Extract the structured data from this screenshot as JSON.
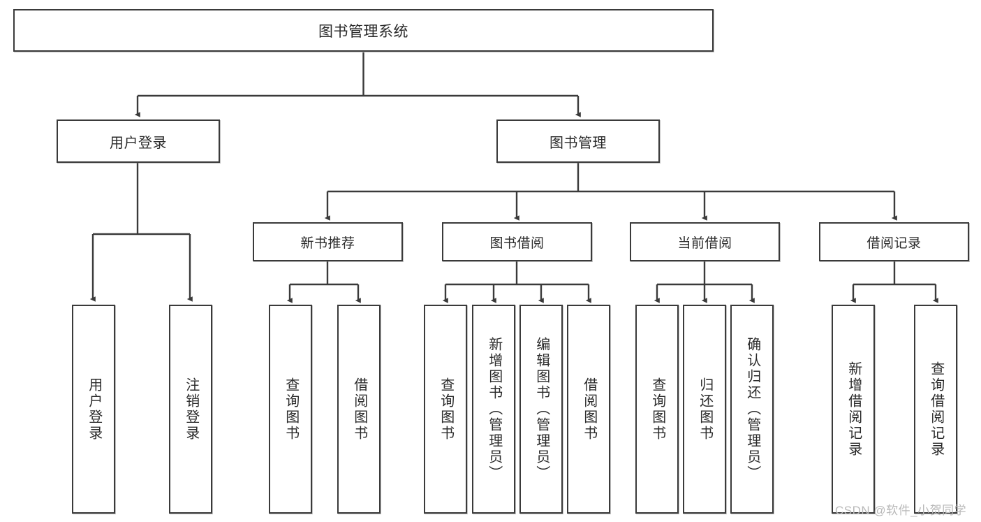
{
  "diagram": {
    "type": "tree-hierarchy",
    "title": "图书管理系统",
    "stroke_color": "#3a3a3a",
    "text_color": "#2b2b2b",
    "background": "#ffffff"
  },
  "root": {
    "label": "图书管理系统"
  },
  "level1": [
    {
      "id": "user-login",
      "label": "用户登录"
    },
    {
      "id": "book-management",
      "label": "图书管理"
    }
  ],
  "level2": [
    {
      "id": "new-book-recommend",
      "label": "新书推荐"
    },
    {
      "id": "book-borrow",
      "label": "图书借阅"
    },
    {
      "id": "current-borrow",
      "label": "当前借阅"
    },
    {
      "id": "borrow-record",
      "label": "借阅记录"
    }
  ],
  "leaves": {
    "user_login": [
      {
        "id": "leaf-user-login",
        "label": "用户登录"
      },
      {
        "id": "leaf-logout-login",
        "label": "注销登录"
      }
    ],
    "new_book_recommend": [
      {
        "id": "leaf-query-book-1",
        "label": "查询图书"
      },
      {
        "id": "leaf-borrow-book-1",
        "label": "借阅图书"
      }
    ],
    "book_borrow": [
      {
        "id": "leaf-query-book-2",
        "label": "查询图书"
      },
      {
        "id": "leaf-add-book",
        "label": "新增图书（管理员）"
      },
      {
        "id": "leaf-edit-book",
        "label": "编辑图书（管理员）"
      },
      {
        "id": "leaf-borrow-book-2",
        "label": "借阅图书"
      }
    ],
    "current_borrow": [
      {
        "id": "leaf-query-book-3",
        "label": "查询图书"
      },
      {
        "id": "leaf-return-book",
        "label": "归还图书"
      },
      {
        "id": "leaf-confirm-return",
        "label": "确认归还（管理员）"
      }
    ],
    "borrow_record": [
      {
        "id": "leaf-add-record",
        "label": "新增借阅记录"
      },
      {
        "id": "leaf-query-record",
        "label": "查询借阅记录"
      }
    ]
  },
  "watermark": {
    "text": "CSDN @软件_小贺同学"
  }
}
